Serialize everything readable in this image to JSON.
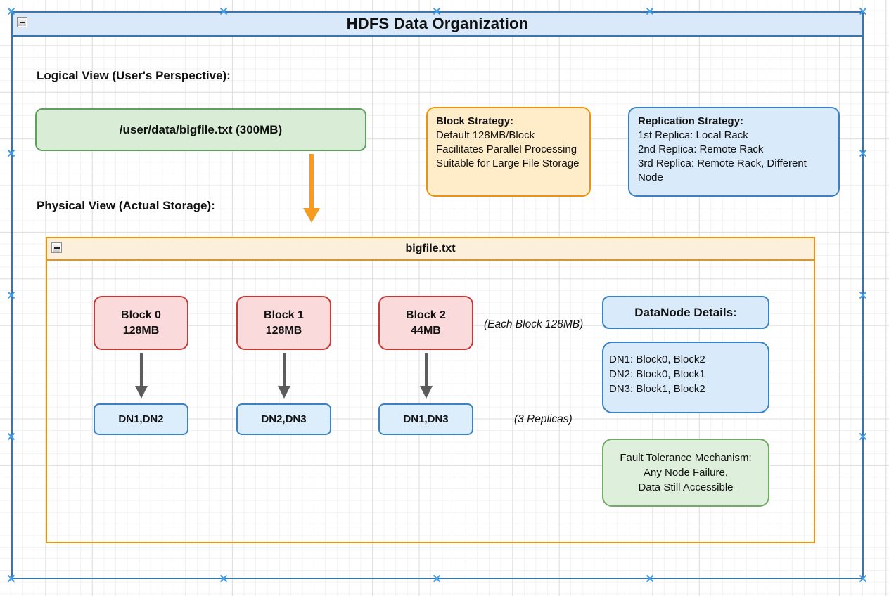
{
  "diagram": {
    "title": "HDFS Data Organization"
  },
  "icons": {
    "collapse": "minus"
  },
  "headings": {
    "logical": "Logical View (User's Perspective):",
    "physical": "Physical View (Actual Storage):"
  },
  "logical": {
    "file_label": "/user/data/bigfile.txt (300MB)"
  },
  "notes": {
    "block_strategy": {
      "title": "Block Strategy:",
      "lines": [
        "Default 128MB/Block",
        "Facilitates Parallel Processing",
        "Suitable for Large File Storage"
      ]
    },
    "replication_strategy": {
      "title": "Replication Strategy:",
      "lines": [
        "1st Replica: Local Rack",
        "2nd Replica: Remote Rack",
        "3rd Replica: Remote Rack, Different Node"
      ]
    }
  },
  "physical": {
    "container_title": "bigfile.txt",
    "blocks": [
      {
        "name": "Block 0",
        "size": "128MB",
        "replicas": "DN1,DN2"
      },
      {
        "name": "Block 1",
        "size": "128MB",
        "replicas": "DN2,DN3"
      },
      {
        "name": "Block 2",
        "size": "44MB",
        "replicas": "DN1,DN3"
      }
    ],
    "annotations": {
      "block_size": "(Each Block 128MB)",
      "replicas": "(3 Replicas)"
    },
    "datanode_details": {
      "title": "DataNode Details:",
      "lines": [
        "DN1: Block0, Block2",
        "DN2: Block0, Block1",
        "DN3: Block1, Block2"
      ]
    },
    "fault_tolerance": {
      "lines": [
        "Fault Tolerance Mechanism:",
        "Any Node Failure,",
        "Data Still Accessible"
      ]
    }
  },
  "palette": {
    "container_blue_border": "#3b74ab",
    "container_blue_fill": "#d9e9f9",
    "orange_border": "#e8940f",
    "orange_fill": "#ffedca",
    "blue_border": "#3b82c4",
    "blue_fill": "#d9eafa",
    "green_border": "#5fa05f",
    "green_fill": "#d8ecd6",
    "red_border": "#c33b36",
    "red_fill": "#fbdadb",
    "arrow_orange": "#f69b1e",
    "arrow_gray": "#5c5c5c",
    "handle_blue": "#3d9ef1"
  }
}
